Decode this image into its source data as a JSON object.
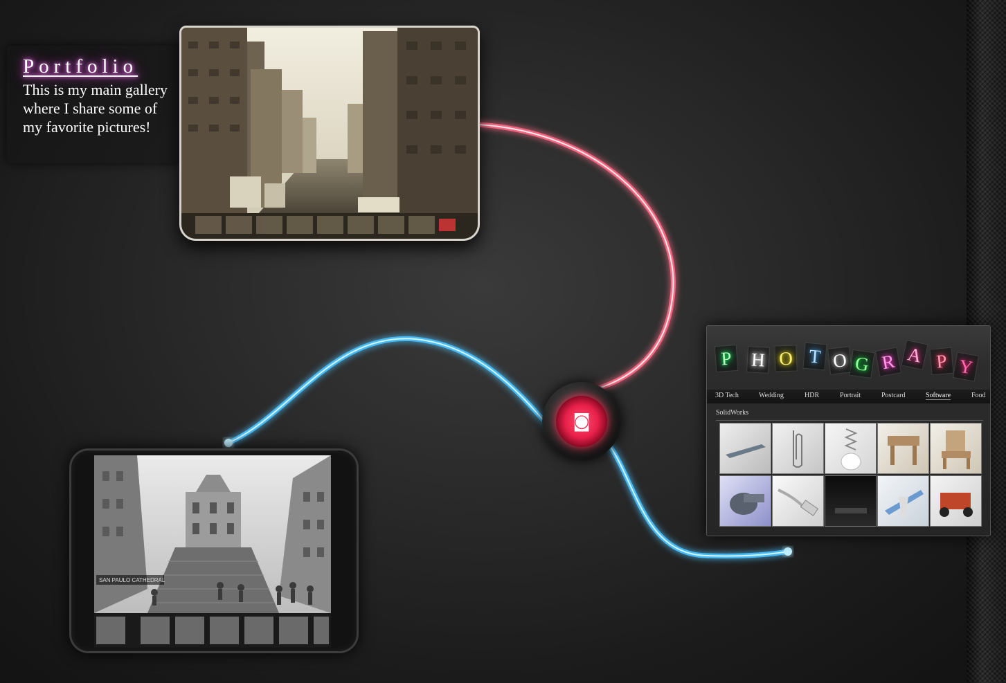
{
  "portfolio": {
    "title": "Portfolio",
    "description": "This is my main gallery where I share some of my favorite pictures!"
  },
  "city_card": {
    "image": "city-street-photo"
  },
  "bw_card": {
    "caption": "SAN PAULO CATHEDRAL",
    "image": "san-paulo-cathedral-photo"
  },
  "photography_card": {
    "banner_letters": [
      "P",
      "H",
      "O",
      "T",
      "O",
      "G",
      "R",
      "A",
      "P",
      "Y"
    ],
    "nav_tabs": [
      "3D Tech",
      "Wedding",
      "HDR",
      "Portrait",
      "Postcard",
      "Software",
      "Food"
    ],
    "active_tab": "Software",
    "section_title": "SolidWorks",
    "thumbnails": [
      "rocket",
      "paperclip",
      "spring",
      "stool",
      "chair",
      "whistle",
      "usb-cable",
      "dark-part",
      "airplane",
      "toy-car"
    ]
  },
  "hub": {
    "icon": "camera-icon"
  },
  "colors": {
    "pink_wire": "#ff6b86",
    "blue_wire": "#4cc3ff",
    "hub_red": "#e8204a",
    "portfolio_glow": "#d060d0"
  }
}
